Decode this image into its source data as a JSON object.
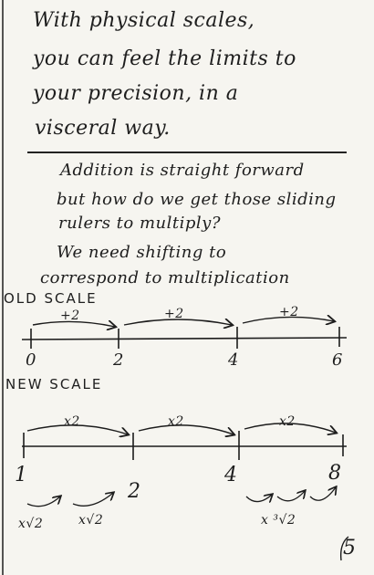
{
  "para1": {
    "line1": "With physical scales,",
    "line2": "you can feel the limits to",
    "line3": "your precision, in a",
    "line4": "visceral way."
  },
  "para2": {
    "line1": "Addition is straight forward",
    "line2": "but how do we get those sliding",
    "line3": "rulers to multiply?",
    "line4": "We need shifting to",
    "line5": "correspond to multiplication"
  },
  "old_scale": {
    "heading": "OLD SCALE",
    "step_labels": [
      "+2",
      "+2",
      "+2"
    ],
    "tick_labels": [
      "0",
      "2",
      "4",
      "6"
    ]
  },
  "new_scale": {
    "heading": "NEW SCALE",
    "step_labels": [
      "x2",
      "x2",
      "x2"
    ],
    "tick_labels": [
      "1",
      "2",
      "4",
      "8"
    ],
    "sub_labels": [
      "x√2",
      "x√2",
      "x ³√2"
    ]
  },
  "page_number": "5"
}
